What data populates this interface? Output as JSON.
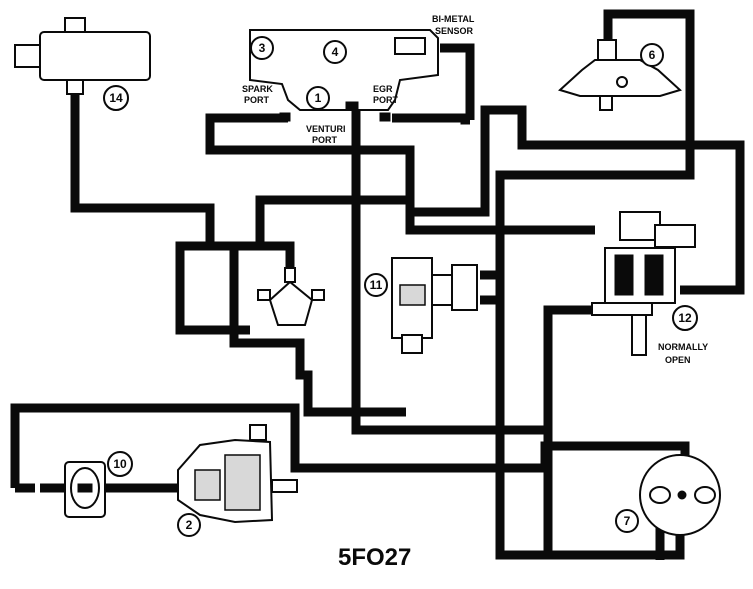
{
  "diagram": {
    "figure_code": "5FO27",
    "labels": {
      "bimetal_sensor_line1": "BI-METAL",
      "bimetal_sensor_line2": "SENSOR",
      "spark_port_line1": "SPARK",
      "spark_port_line2": "PORT",
      "egr_port_line1": "EGR",
      "egr_port_line2": "PORT",
      "venturi_port_line1": "VENTURI",
      "venturi_port_line2": "PORT",
      "normally_open_line1": "NORMALLY",
      "normally_open_line2": "OPEN"
    },
    "callouts": [
      "1",
      "2",
      "3",
      "4",
      "6",
      "7",
      "10",
      "11",
      "12",
      "14"
    ]
  }
}
